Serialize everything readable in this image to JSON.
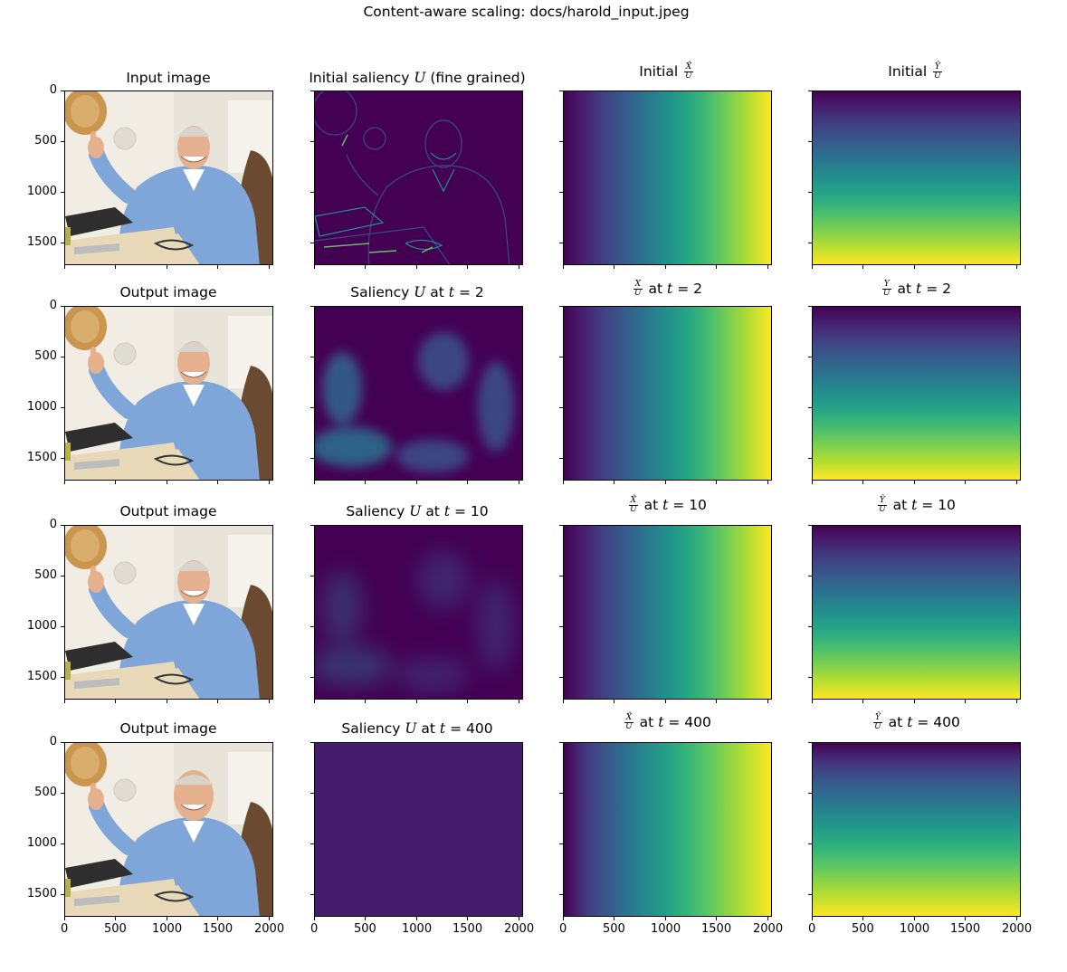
{
  "figure": {
    "suptitle": "Content-aware scaling: docs/harold_input.jpeg"
  },
  "colors": {
    "viridis_dark": "#440154",
    "viridis_mid": "#21918c",
    "viridis_bright": "#fde725",
    "photo_shirt": "#7fa6d8",
    "photo_bg": "#f2ede4"
  },
  "chart_data": {
    "type": "image-grid",
    "rows": 4,
    "cols": 4,
    "x_ticks": [
      0,
      500,
      1000,
      1500,
      2000
    ],
    "y_ticks": [
      0,
      500,
      1000,
      1500
    ],
    "xlim": [
      0,
      2048
    ],
    "ylim": [
      1728,
      0
    ],
    "panels": [
      {
        "title": "Input image",
        "content": "photo"
      },
      {
        "title": "Initial saliency U (fine grained)",
        "content": "edge-saliency",
        "cmap": "viridis"
      },
      {
        "title": "Initial X̂/U",
        "content": "horizontal-gradient",
        "cmap": "viridis"
      },
      {
        "title": "Initial Ŷ/U",
        "content": "vertical-gradient",
        "cmap": "viridis"
      },
      {
        "title": "Output image",
        "content": "photo"
      },
      {
        "title": "Saliency U at t = 2",
        "content": "blurred-saliency",
        "cmap": "viridis"
      },
      {
        "title": "X/U at t = 2",
        "content": "horizontal-gradient",
        "cmap": "viridis"
      },
      {
        "title": "Y/U at t = 2",
        "content": "vertical-gradient",
        "cmap": "viridis"
      },
      {
        "title": "Output image",
        "content": "photo"
      },
      {
        "title": "Saliency U at t = 10",
        "content": "smooth-saliency",
        "cmap": "viridis"
      },
      {
        "title": "X̂/U at t = 10",
        "content": "horizontal-gradient",
        "cmap": "viridis"
      },
      {
        "title": "Ŷ/U at t = 10",
        "content": "vertical-gradient",
        "cmap": "viridis"
      },
      {
        "title": "Output image",
        "content": "photo"
      },
      {
        "title": "Saliency U at t = 400",
        "content": "flat-saliency",
        "cmap": "viridis"
      },
      {
        "title": "X̂/U at t = 400",
        "content": "horizontal-gradient",
        "cmap": "viridis"
      },
      {
        "title": "Ŷ/U at t = 400",
        "content": "vertical-gradient",
        "cmap": "viridis"
      }
    ]
  },
  "titles": {
    "r0c0": "Input image",
    "r0c1_a": "Initial saliency",
    "r0c1_b": "U",
    "r0c1_c": "(fine grained)",
    "r0c2_a": "Initial",
    "r0c2_num": "X̂",
    "r0c2_den": "U",
    "r0c3_a": "Initial",
    "r0c3_num": "Ŷ",
    "r0c3_den": "U",
    "r1c0": "Output image",
    "r1c1_a": "Saliency",
    "r1c1_b": "U",
    "r1c1_c": "at",
    "r1c1_t": "t",
    "r1c1_v": "= 2",
    "r1c2_num": "X",
    "r1c2_den": "U",
    "r1c2_c": "at",
    "r1c2_t": "t",
    "r1c2_v": "= 2",
    "r1c3_num": "Y",
    "r1c3_den": "U",
    "r1c3_c": "at",
    "r1c3_t": "t",
    "r1c3_v": "= 2",
    "r2c0": "Output image",
    "r2c1_a": "Saliency",
    "r2c1_b": "U",
    "r2c1_c": "at",
    "r2c1_t": "t",
    "r2c1_v": "= 10",
    "r2c2_num": "X̂",
    "r2c2_den": "U",
    "r2c2_c": "at",
    "r2c2_t": "t",
    "r2c2_v": "= 10",
    "r2c3_num": "Ŷ",
    "r2c3_den": "U",
    "r2c3_c": "at",
    "r2c3_t": "t",
    "r2c3_v": "= 10",
    "r3c0": "Output image",
    "r3c1_a": "Saliency",
    "r3c1_b": "U",
    "r3c1_c": "at",
    "r3c1_t": "t",
    "r3c1_v": "= 400",
    "r3c2_num": "X̂",
    "r3c2_den": "U",
    "r3c2_c": "at",
    "r3c2_t": "t",
    "r3c2_v": "= 400",
    "r3c3_num": "Ŷ",
    "r3c3_den": "U",
    "r3c3_c": "at",
    "r3c3_t": "t",
    "r3c3_v": "= 400"
  }
}
